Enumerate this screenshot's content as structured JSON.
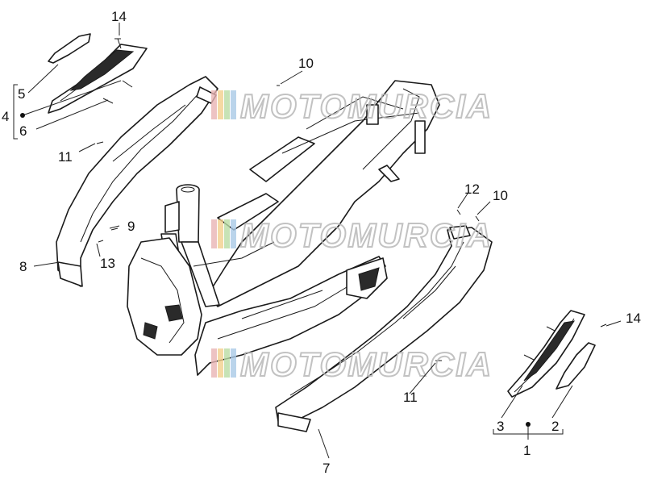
{
  "callouts": {
    "n1": "1",
    "n2": "2",
    "n3": "3",
    "n4": "4",
    "n5": "5",
    "n6": "6",
    "n7": "7",
    "n8": "8",
    "n9": "9",
    "n10a": "10",
    "n10b": "10",
    "n11a": "11",
    "n11b": "11",
    "n12": "12",
    "n13": "13",
    "n14a": "14",
    "n14b": "14"
  },
  "watermark": {
    "text": "MOTOMURCIA",
    "stripe_colors": [
      "#e8b4b4",
      "#f2d08c",
      "#b9dca4",
      "#a9c9e6"
    ]
  }
}
